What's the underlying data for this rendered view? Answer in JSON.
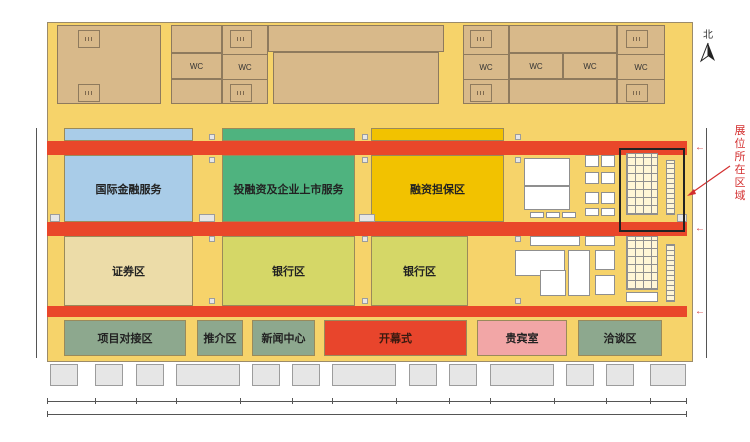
{
  "compass": {
    "label": "北"
  },
  "rooms": {
    "wc": "WC"
  },
  "zones": {
    "international_finance": "国际金融服务",
    "investment_ipo": "投融资及企业上市服务",
    "guarantee": "融资担保区",
    "securities": "证券区",
    "bank_1": "银行区",
    "bank_2": "银行区",
    "project_docking": "项目对接区",
    "promotion": "推介区",
    "press_center": "新闻中心",
    "opening": "开幕式",
    "vip": "贵宾室",
    "negotiation": "洽谈区"
  },
  "booth_area": {
    "label": "展位所在区域"
  },
  "colors": {
    "hall_floor": "#f6d36a",
    "corridor": "#e9472a",
    "rooms": "#d8b98a",
    "international_finance": "#a9cce8",
    "investment_ipo": "#4fb37f",
    "guarantee": "#f2c200",
    "securities": "#ecdca8",
    "bank": "#d5d767",
    "bottom_zone": "#8da88e",
    "opening": "#e8452c",
    "vip": "#f2a6a6",
    "callout": "#d32f2f"
  }
}
